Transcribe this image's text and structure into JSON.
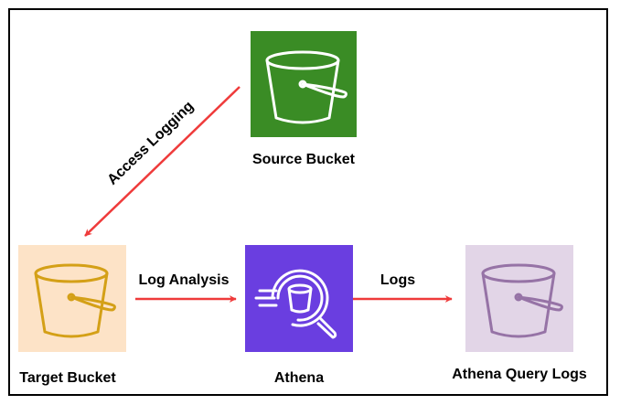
{
  "nodes": {
    "source": {
      "label": "Source Bucket",
      "icon": "s3-bucket-icon",
      "tile_color": "#3a8c25",
      "stroke_color": "#ffffff"
    },
    "target": {
      "label": "Target Bucket",
      "icon": "s3-bucket-icon",
      "tile_color": "#fde3c7",
      "stroke_color": "#d4a017"
    },
    "athena": {
      "label": "Athena",
      "icon": "athena-icon",
      "tile_color": "#6a3ee0",
      "stroke_color": "#ffffff"
    },
    "query_logs": {
      "label": "Athena Query Logs",
      "icon": "s3-bucket-icon",
      "tile_color": "#e2d5e7",
      "stroke_color": "#9673a6"
    }
  },
  "edges": {
    "access_logging": {
      "label": "Access Logging",
      "from": "source",
      "to": "target"
    },
    "log_analysis": {
      "label": "Log Analysis",
      "from": "target",
      "to": "athena"
    },
    "logs": {
      "label": "Logs",
      "from": "athena",
      "to": "query_logs"
    }
  },
  "colors": {
    "arrow": "#ef3b3b",
    "frame": "#000000"
  }
}
